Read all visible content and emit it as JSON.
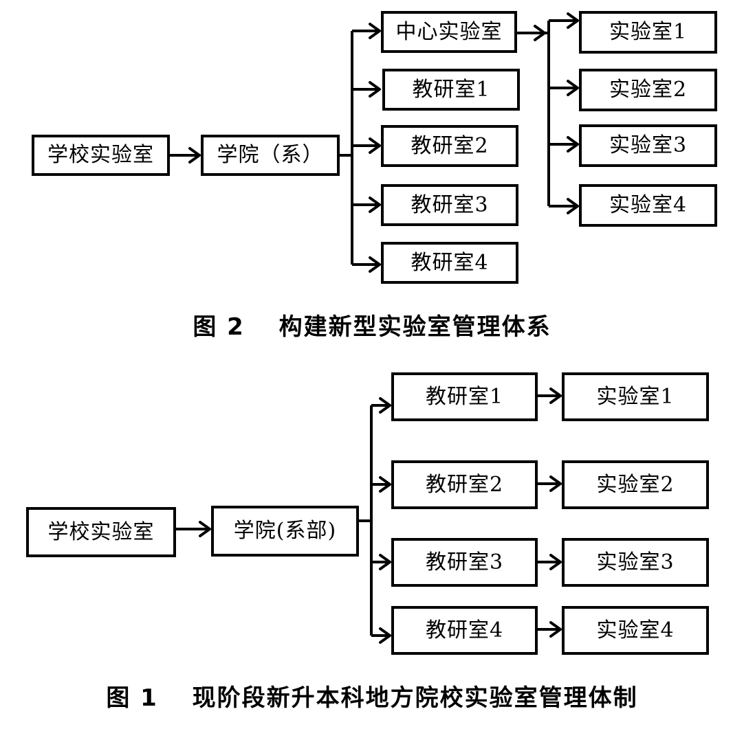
{
  "figure2": {
    "school_lab": "学校实验室",
    "college": "学院（系）",
    "center_lab": "中心实验室",
    "teaching_rooms": [
      "教研室1",
      "教研室2",
      "教研室3",
      "教研室4"
    ],
    "labs": [
      "实验室1",
      "实验室2",
      "实验室3",
      "实验室4"
    ],
    "caption": "图 2　 构建新型实验室管理体系"
  },
  "figure1": {
    "school_lab": "学校实验室",
    "college": "学院(系部)",
    "teaching_rooms": [
      "教研室1",
      "教研室2",
      "教研室3",
      "教研室4"
    ],
    "labs": [
      "实验室1",
      "实验室2",
      "实验室3",
      "实验室4"
    ],
    "caption": "图 1　 现阶段新升本科地方院校实验室管理体制"
  }
}
